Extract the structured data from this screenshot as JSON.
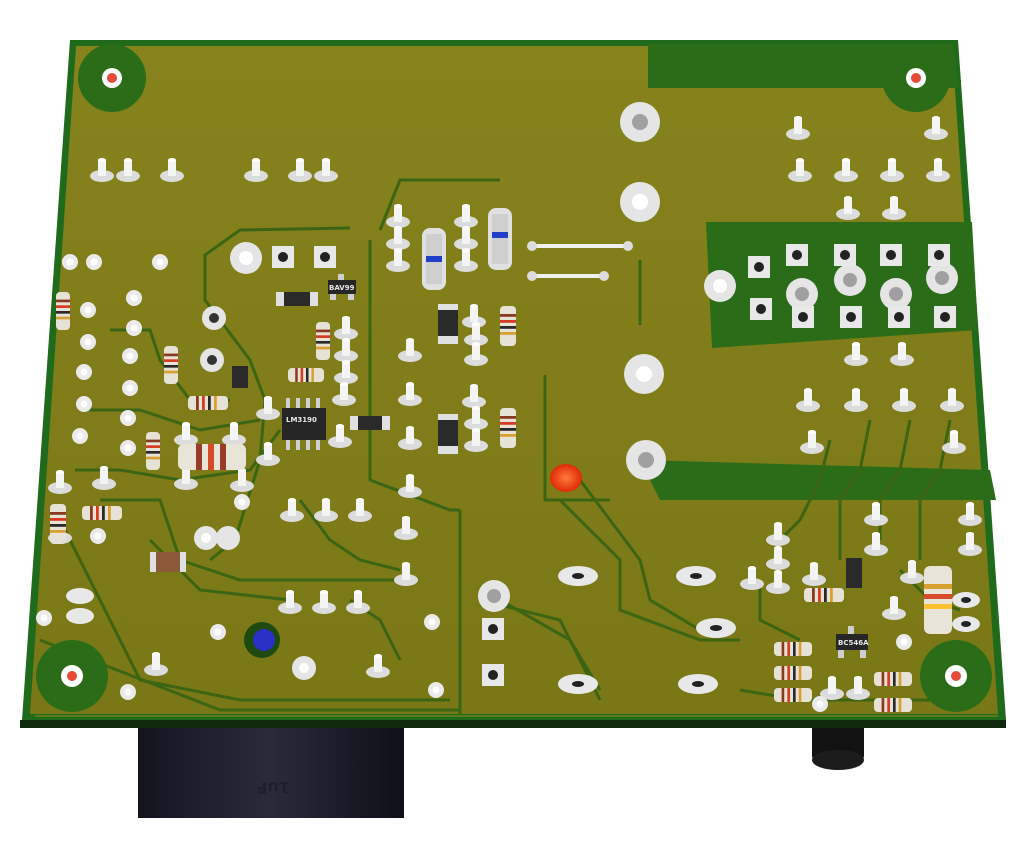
{
  "labels": {
    "ic_main": "LM3190",
    "diode_top": "BAV99",
    "transistor": "BC546A",
    "capacitor": "1uF"
  },
  "colors": {
    "board": "#7f7c1a",
    "board_light": "#8c8a22",
    "edge": "#1d5f1a",
    "edge_dark": "#0f3a10",
    "trace": "#3f6b14",
    "pad": "#e8e8e8",
    "hole": "#ffffff",
    "chip": "#2a2a2a",
    "capacitor_body": "#1c1c2a",
    "led": "#e83a10"
  }
}
